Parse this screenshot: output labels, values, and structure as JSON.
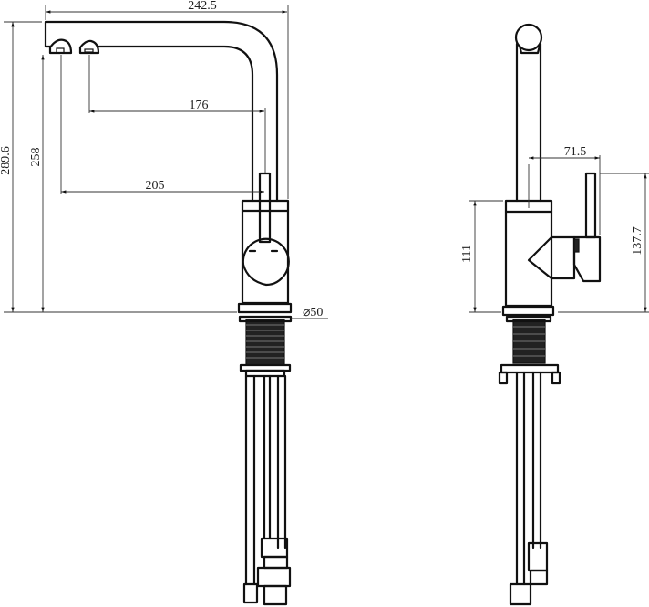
{
  "drawing": {
    "front_view": {
      "dim_total_width": "242.5",
      "dim_outlet1_reach": "176",
      "dim_outlet2_reach": "205",
      "dim_total_height": "289.6",
      "dim_outlet_height": "258",
      "dim_base_diameter": "⌀50"
    },
    "side_view": {
      "dim_handle_offset": "71.5",
      "dim_body_height": "111",
      "dim_handle_height": "137.7"
    },
    "line_color": "#111111"
  }
}
